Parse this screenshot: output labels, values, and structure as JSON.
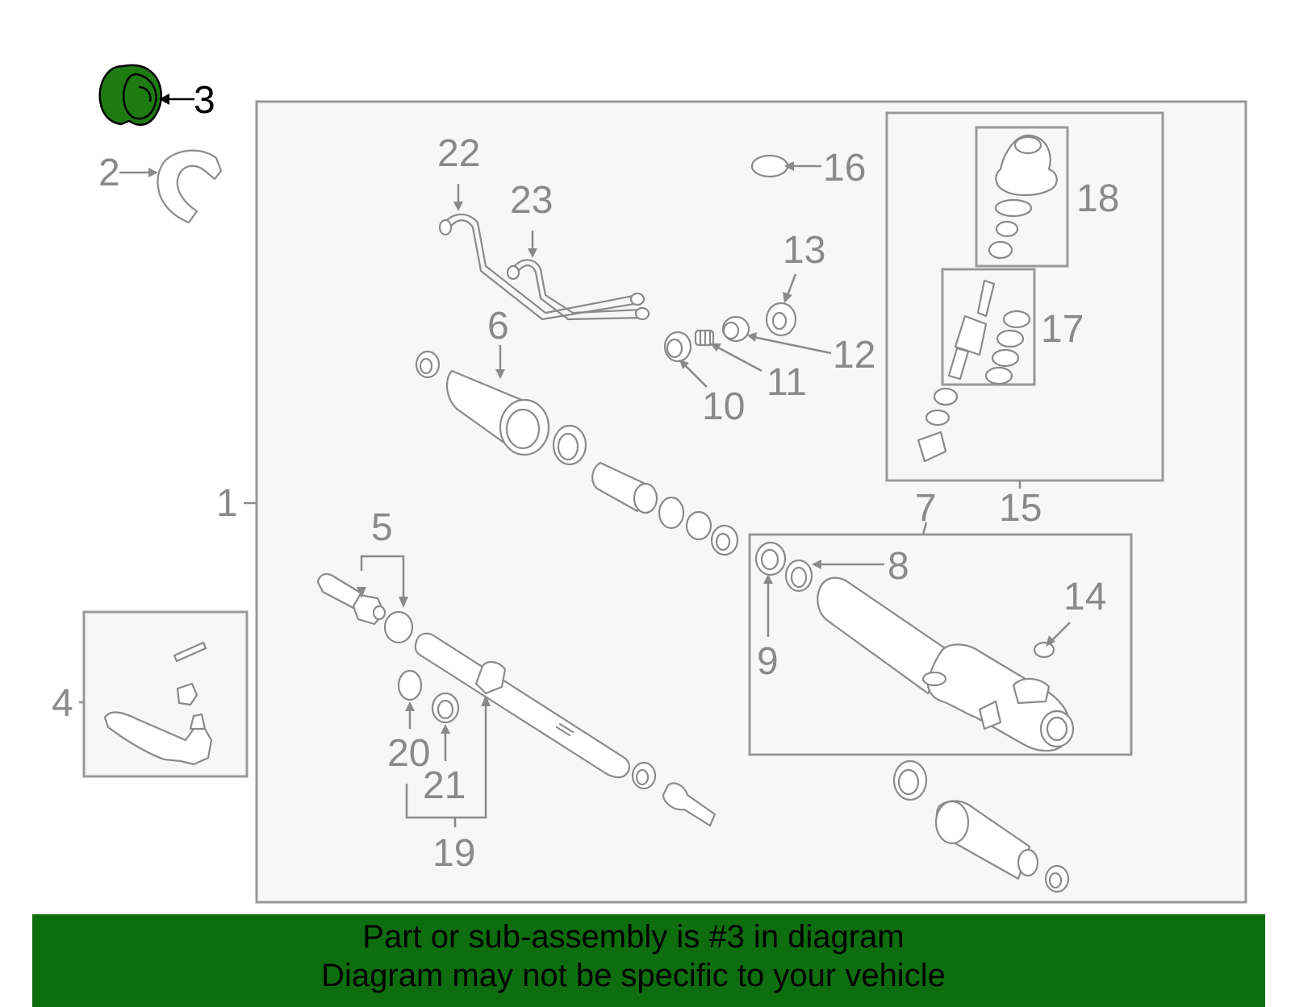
{
  "callouts": {
    "c1": "1",
    "c2": "2",
    "c3": "3",
    "c4": "4",
    "c5": "5",
    "c6": "6",
    "c7": "7",
    "c8": "8",
    "c9": "9",
    "c10": "10",
    "c11": "11",
    "c12": "12",
    "c13": "13",
    "c14": "14",
    "c15": "15",
    "c16": "16",
    "c17": "17",
    "c18": "18",
    "c19": "19",
    "c20": "20",
    "c21": "21",
    "c22": "22",
    "c23": "23"
  },
  "highlight": {
    "part_number": "3",
    "fill_color": "#1f7a12"
  },
  "banner": {
    "line1": "Part or sub-assembly is #3 in diagram",
    "line2": "Diagram may not be specific to your vehicle",
    "background_color": "#0e6d0e"
  }
}
